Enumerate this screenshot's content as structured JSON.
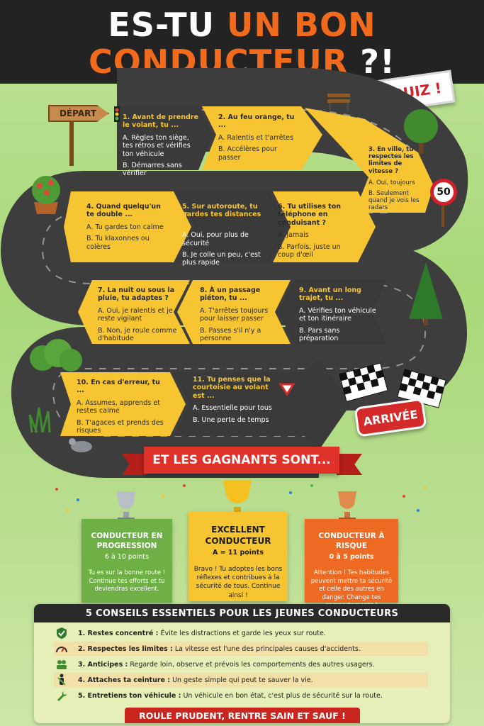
{
  "header": {
    "title_line1_white": "ES-TU",
    "title_line1_orange": "UN BON",
    "title_line2_orange": "CONDUCTEUR",
    "title_line2_white": "?!"
  },
  "badge": "LE QUIZ !",
  "depart": "DÉPART",
  "arrivee": "ARRIVÉE",
  "speed_sign": "50",
  "questions": [
    {
      "q": "1. Avant de prendre le volant, tu ...",
      "a": "A. Règles ton siège, tes rétros et vérifies ton véhicule",
      "b": "B. Démarres sans vérifier"
    },
    {
      "q": "2. Au feu orange, tu ...",
      "a": "A. Ralentis et t'arrêtes",
      "b": "B. Accélères pour passer"
    },
    {
      "q": "3. En ville, tu respectes les limites de vitesse ?",
      "a": "A. Oui, toujours",
      "b": "B. Seulement quand je vois les radars"
    },
    {
      "q": "4. Quand quelqu'un te double ...",
      "a": "A. Tu gardes ton calme",
      "b": "B. Tu klaxonnes ou colères"
    },
    {
      "q": "5. Sur autoroute, tu gardes tes distances ?",
      "a": "A. Oui, pour plus de sécurité",
      "b": "B. Je colle un peu, c'est plus rapide"
    },
    {
      "q": "6. Tu utilises ton téléphone en conduisant ?",
      "a": "A. Jamais",
      "b": "B. Parfois, juste un coup d'œil"
    },
    {
      "q": "7. La nuit ou sous la pluie, tu adaptes ?",
      "a": "A. Oui, je ralentis et je reste vigilant",
      "b": "B. Non, je roule comme d'habitude"
    },
    {
      "q": "8. À un passage piéton, tu ...",
      "a": "A. T'arrêtes toujours pour laisser passer",
      "b": "B. Passes s'il n'y a personne"
    },
    {
      "q": "9. Avant un long trajet, tu ...",
      "a": "A. Vérifies ton véhicule et ton itinéraire",
      "b": "B. Pars sans préparation"
    },
    {
      "q": "10. En cas d'erreur, tu ...",
      "a": "A. Assumes, apprends et restes calme",
      "b": "B. T'agaces et prends des risques"
    },
    {
      "q": "11. Tu penses que la courtoisie au volant est ...",
      "a": "A. Essentielle pour tous",
      "b": "B. Une perte de temps"
    }
  ],
  "winners_banner": "ET LES GAGNANTS SONT...",
  "results": [
    {
      "title": "CONDUCTEUR EN PROGRESSION",
      "points": "6 à 10 points",
      "desc": "Tu es sur la bonne route ! Continue tes efforts et tu deviendras excellent."
    },
    {
      "title": "EXCELLENT CONDUCTEUR",
      "points": "A = 11 points",
      "desc": "Bravo ! Tu adoptes les bons réflexes et contribues à la sécurité de tous. Continue ainsi !"
    },
    {
      "title": "CONDUCTEUR À RISQUE",
      "points": "0 à 5 points",
      "desc": "Attention ! Tes habitudes peuvent mettre ta sécurité et celle des autres en danger. Change tes comportements !"
    }
  ],
  "tips": {
    "title": "5 CONSEILS ESSENTIELS POUR LES JEUNES CONDUCTEURS",
    "items": [
      {
        "label": "1. Restes concentré :",
        "text": " Évite les distractions et garde les yeux sur route.",
        "icon": "shield-check-icon"
      },
      {
        "label": "2. Respectes les limites :",
        "text": " La vitesse est l'une des principales causes d'accidents.",
        "icon": "speedometer-icon"
      },
      {
        "label": "3. Anticipes :",
        "text": " Regarde loin, observe et prévois les comportements des autres usagers.",
        "icon": "people-icon"
      },
      {
        "label": "4. Attaches ta ceinture :",
        "text": " Un geste simple qui peut te sauver la vie.",
        "icon": "seatbelt-icon"
      },
      {
        "label": "5. Entretiens ton véhicule :",
        "text": " Un véhicule en bon état, c'est plus de sécurité sur la route.",
        "icon": "wrench-icon"
      }
    ],
    "footer": "ROULE PRUDENT, RENTRE SAIN ET SAUF !"
  },
  "colors": {
    "orange": "#f26a1b",
    "yellow": "#f6c531",
    "asphalt": "#3a3a3a",
    "green": "#6eaf46",
    "red": "#d42a2a"
  }
}
